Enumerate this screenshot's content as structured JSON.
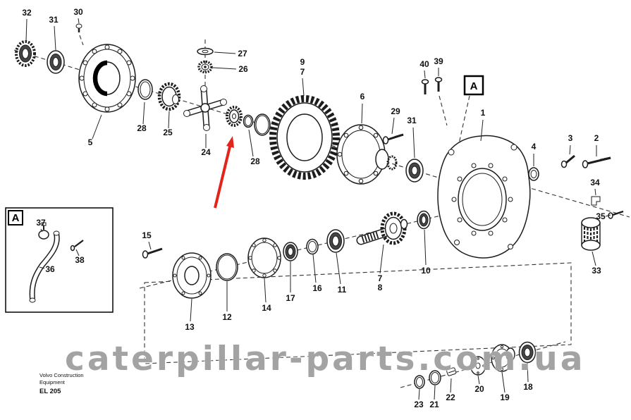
{
  "watermark": "caterpillar-parts.com.ua",
  "footer": {
    "line1": "Volvo Construction",
    "line2": "Equipment",
    "line3": "EL 205"
  },
  "markers": {
    "main": "A",
    "inset": "A"
  },
  "colors": {
    "arrow": "#e2241b",
    "line": "#1d1d1d",
    "watermark_gray": "#808080"
  },
  "callouts": [
    "32",
    "31",
    "30",
    "5",
    "28",
    "25",
    "24",
    "27",
    "26",
    "28",
    "9",
    "7",
    "6",
    "29",
    "31",
    "40",
    "39",
    "1",
    "4",
    "3",
    "2",
    "34",
    "35",
    "33",
    "15",
    "13",
    "12",
    "14",
    "17",
    "16",
    "11",
    "7",
    "8",
    "10",
    "23",
    "21",
    "22",
    "20",
    "19",
    "18",
    "37",
    "38",
    "36"
  ]
}
